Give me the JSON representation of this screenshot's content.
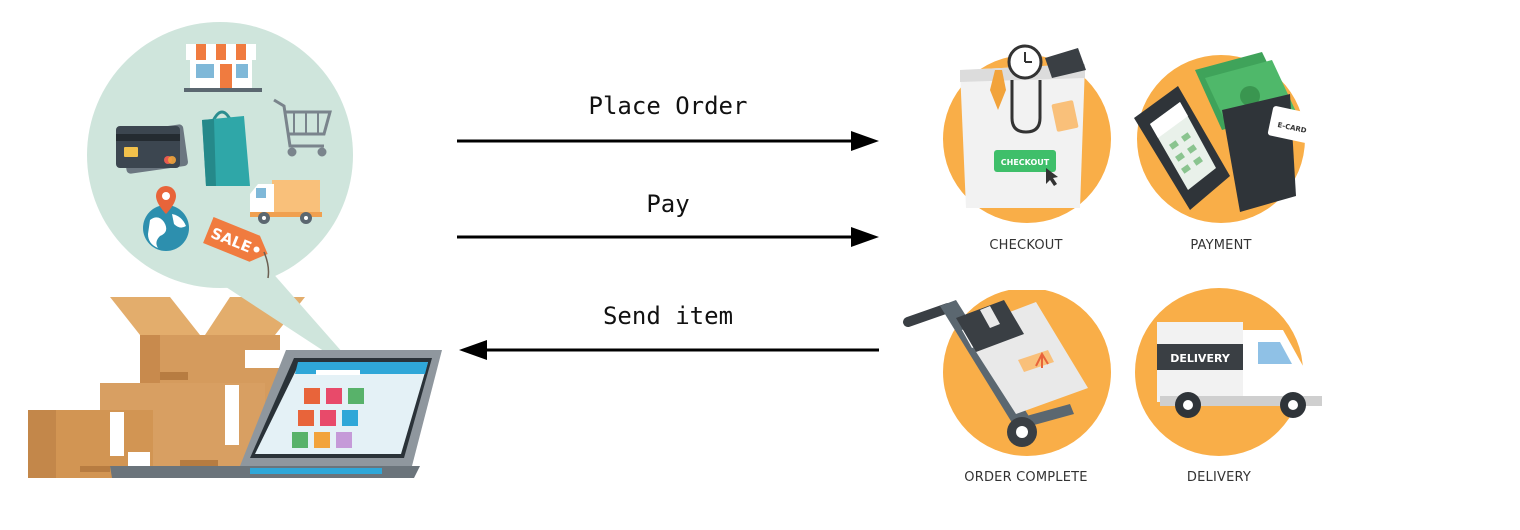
{
  "arrows": {
    "place_order": "Place Order",
    "pay": "Pay",
    "send_item": "Send item"
  },
  "steps": {
    "checkout": "CHECKOUT",
    "payment": "PAYMENT",
    "order_complete": "ORDER COMPLETE",
    "delivery": "DELIVERY"
  },
  "icon_text": {
    "checkout_button": "CHECKOUT",
    "ecard": "E-CARD",
    "truck_label": "DELIVERY",
    "sale_tag": "SALE"
  },
  "colors": {
    "orange_circle": "#f9ae48",
    "bubble": "#cfe5dc",
    "box": "#d59b5d",
    "arrow": "#000000"
  },
  "icons": [
    "store-icon",
    "credit-card-icon",
    "shopping-bag-icon",
    "shopping-cart-icon",
    "globe-pin-icon",
    "truck-icon",
    "sale-tag-icon",
    "laptop-icon",
    "cardboard-box-icon"
  ]
}
